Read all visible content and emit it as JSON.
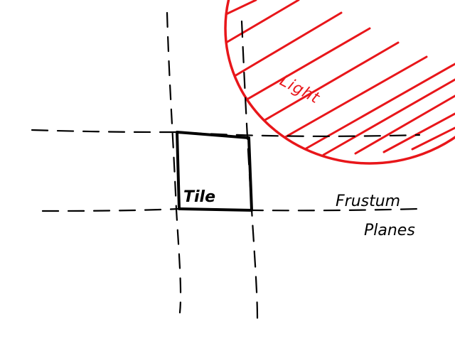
{
  "labels": {
    "light": "Light",
    "tile": "Tile",
    "frustum_line1": "Frustum",
    "frustum_line2": "Planes"
  },
  "colors": {
    "background": "#ffffff",
    "ink": "#000000",
    "light": "#e8161a"
  }
}
